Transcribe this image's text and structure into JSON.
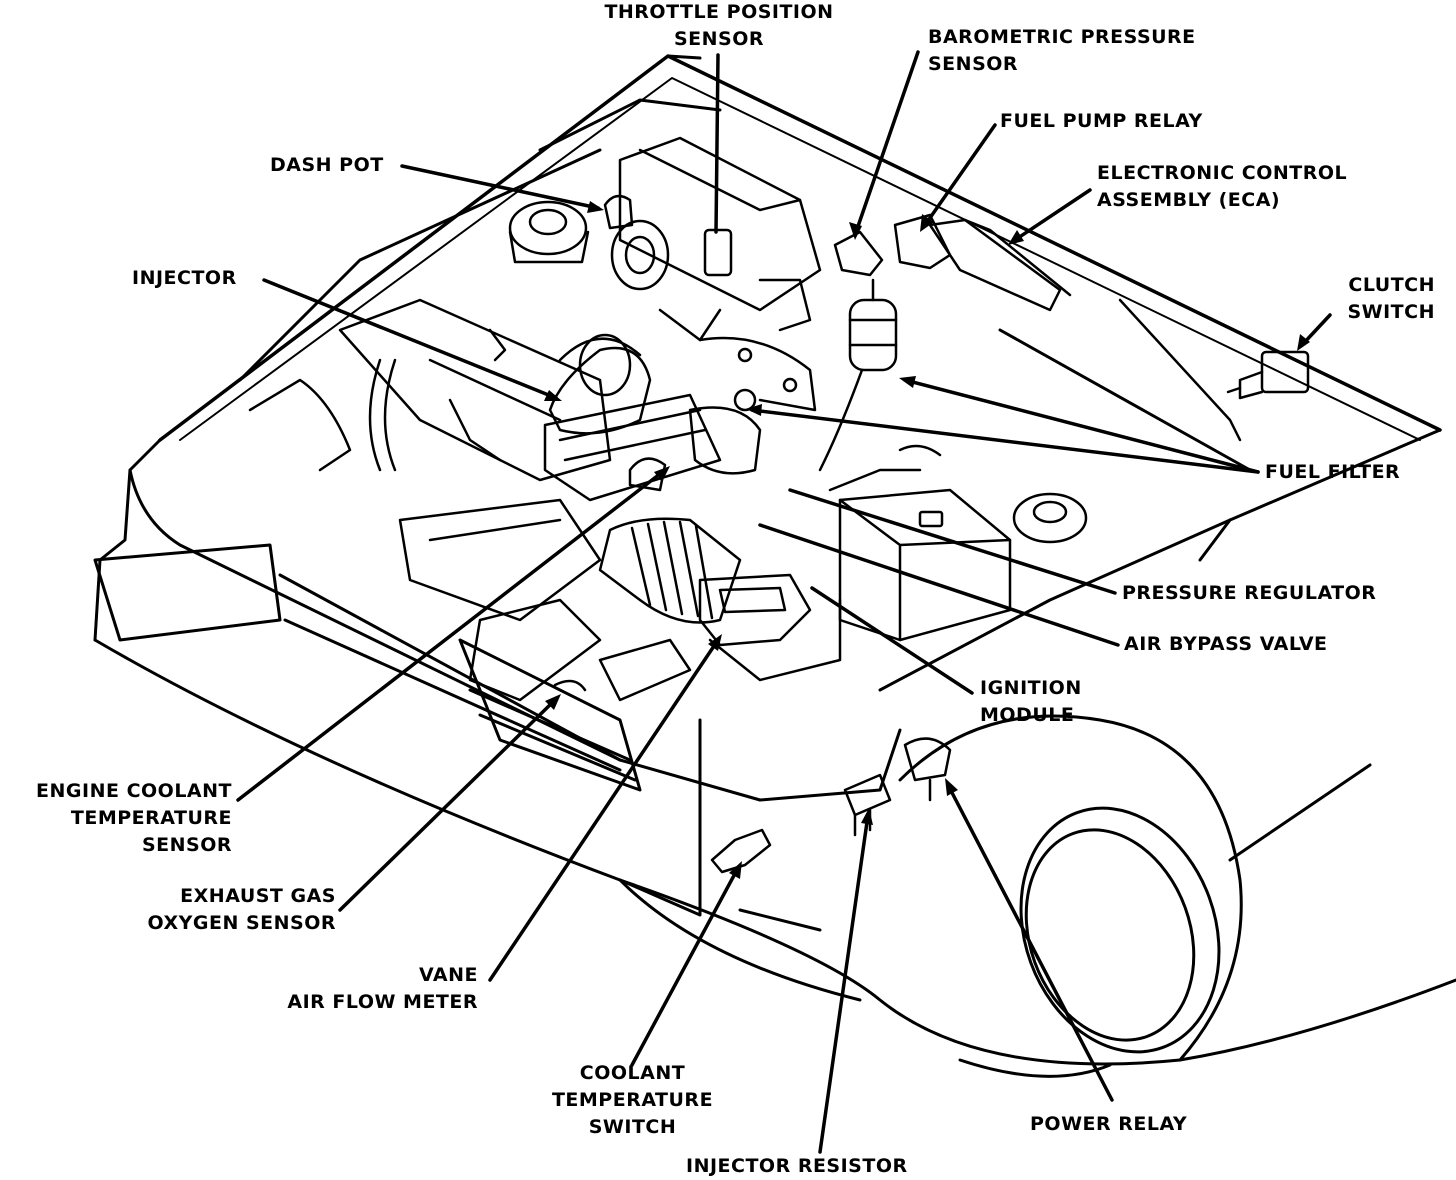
{
  "labels": {
    "throttle_position_sensor": [
      "THROTTLE POSITION",
      "SENSOR"
    ],
    "barometric_pressure_sensor": [
      "BAROMETRIC PRESSURE",
      "SENSOR"
    ],
    "fuel_pump_relay": [
      "FUEL PUMP RELAY"
    ],
    "electronic_control_assembly": [
      "ELECTRONIC CONTROL",
      "ASSEMBLY (ECA)"
    ],
    "dash_pot": [
      "DASH POT"
    ],
    "injector": [
      "INJECTOR"
    ],
    "clutch_switch": [
      "CLUTCH",
      "SWITCH"
    ],
    "fuel_filter": [
      "FUEL FILTER"
    ],
    "pressure_regulator": [
      "PRESSURE REGULATOR"
    ],
    "air_bypass_valve": [
      "AIR BYPASS VALVE"
    ],
    "ignition_module": [
      "IGNITION",
      "MODULE"
    ],
    "engine_coolant_temperature_sensor": [
      "ENGINE COOLANT",
      "TEMPERATURE",
      "SENSOR"
    ],
    "exhaust_gas_oxygen_sensor": [
      "EXHAUST GAS",
      "OXYGEN SENSOR"
    ],
    "vane_air_flow_meter": [
      "VANE",
      "AIR FLOW METER"
    ],
    "coolant_temperature_switch": [
      "COOLANT",
      "TEMPERATURE",
      "SWITCH"
    ],
    "injector_resistor": [
      "INJECTOR RESISTOR"
    ],
    "power_relay": [
      "POWER RELAY"
    ]
  },
  "colors": {
    "ink": "#000000",
    "paper": "#ffffff"
  }
}
